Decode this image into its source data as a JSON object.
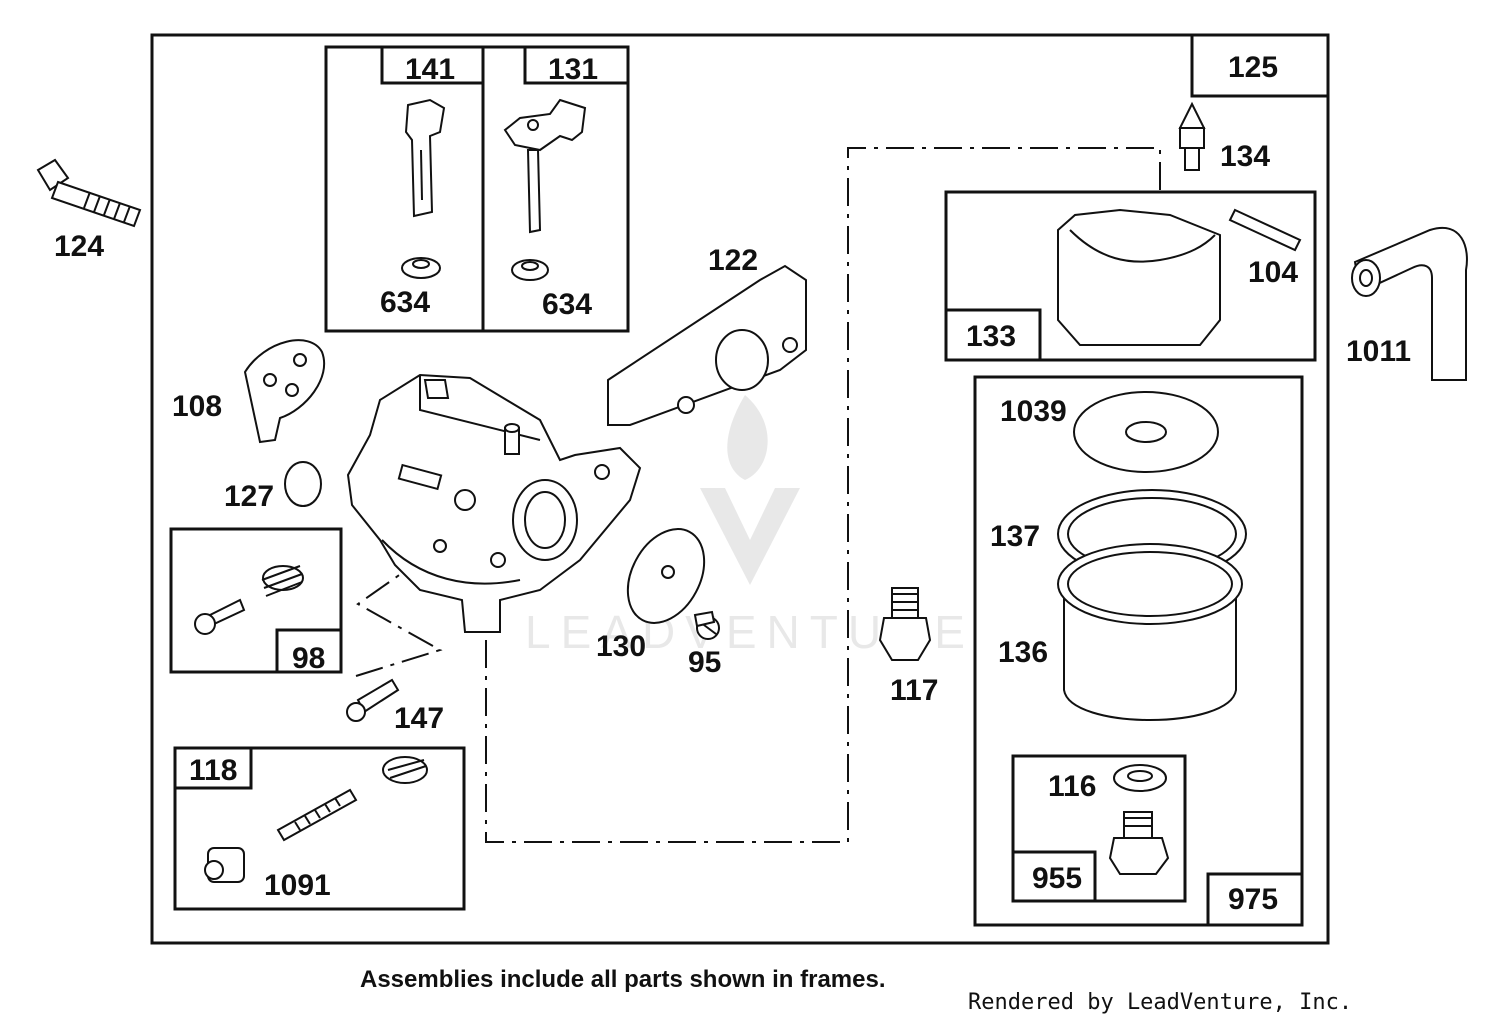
{
  "parts": {
    "p124": "124",
    "p141": "141",
    "p131": "131",
    "p634a": "634",
    "p634b": "634",
    "p125": "125",
    "p134": "134",
    "p122": "122",
    "p104": "104",
    "p133": "133",
    "p1011": "1011",
    "p108": "108",
    "p127": "127",
    "p98": "98",
    "p147": "147",
    "p118": "118",
    "p1091": "1091",
    "p130": "130",
    "p95": "95",
    "p117": "117",
    "p1039": "1039",
    "p137": "137",
    "p136": "136",
    "p116": "116",
    "p955": "955",
    "p975": "975"
  },
  "footer": {
    "caption": "Assemblies include all parts shown in frames.",
    "credit": "Rendered by LeadVenture, Inc."
  },
  "watermark": "LEADVENTURE"
}
